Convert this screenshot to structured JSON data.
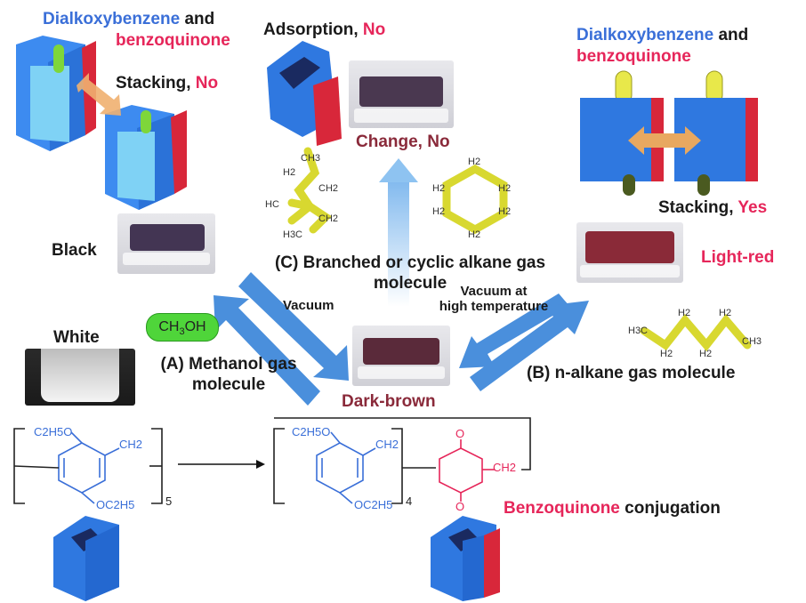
{
  "top_left": {
    "line1_blue": "Dialkoxybenzene",
    "line1_rest": " and",
    "line2": "benzoquinone",
    "stacking_label": "Stacking,",
    "stacking_value": "No"
  },
  "top_center": {
    "adsorption_label": "Adsorption,",
    "adsorption_value": "No",
    "change_label": "Change,",
    "change_value": "No"
  },
  "top_right": {
    "line1_blue": "Dialkoxybenzene",
    "line1_rest": " and",
    "line2": "benzoquinone",
    "stacking_label": "Stacking,",
    "stacking_value": "Yes"
  },
  "left": {
    "black_label": "Black",
    "white_label": "White"
  },
  "right": {
    "light_red_label": "Light-red"
  },
  "center": {
    "dark_brown_label": "Dark-brown"
  },
  "pathway_c": {
    "label_line1": "(C) Branched or cyclic alkane gas",
    "label_line2": "molecule"
  },
  "pathway_a": {
    "chip_main": "CH",
    "chip_sub": "3",
    "chip_end": "OH",
    "label_line1": "(A) Methanol gas",
    "label_line2": "molecule"
  },
  "pathway_b": {
    "label": "(B) n-alkane gas molecule"
  },
  "arrows": {
    "vacuum": "Vacuum",
    "vacuum_high_line1": "Vacuum at",
    "vacuum_high_line2": "high temperature"
  },
  "bottom": {
    "conj_red": "Benzoquinone",
    "conj_rest": " conjugation"
  },
  "chem": {
    "c2h5o": "C2H5O",
    "oc2h5": "OC2H5",
    "ch2": "CH2",
    "n5": "5",
    "n4": "4",
    "o": "O",
    "h2": "H2",
    "h3c": "H3C",
    "ch3": "CH3",
    "hc": "HC",
    "ch": "CH"
  },
  "colors": {
    "blue": "#3a6fd8",
    "red": "#e6265a",
    "dark_brown": "#8a2a3a",
    "arrow": "#4a8fdc",
    "pillar_blue": "#2f78e0",
    "pillar_red": "#d8273a",
    "yellow": "#e8e84a"
  }
}
